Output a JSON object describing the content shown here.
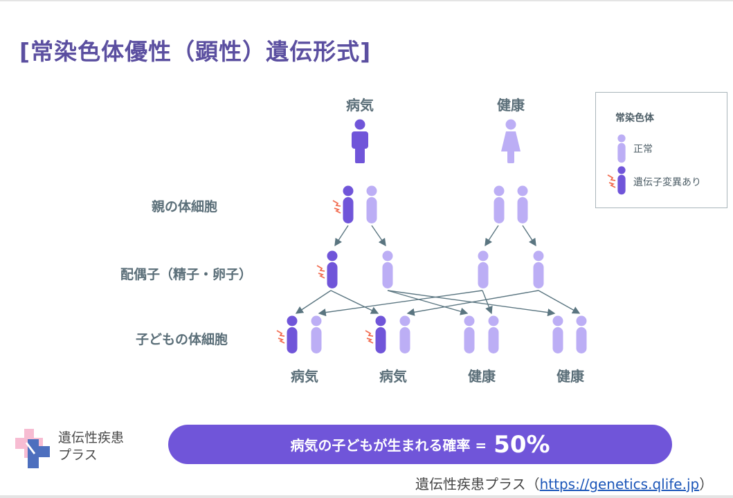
{
  "title": "[常染色体優性（顕性）遺伝形式]",
  "parents": {
    "affected": "病気",
    "healthy": "健康"
  },
  "row_labels": {
    "parent_cells": "親の体細胞",
    "gametes": "配偶子（精子・卵子）",
    "child_cells": "子どもの体細胞"
  },
  "children_status": [
    "病気",
    "病気",
    "健康",
    "健康"
  ],
  "legend": {
    "title": "常染色体",
    "normal": "正常",
    "mutated": "遺伝子変異あり"
  },
  "banner": {
    "text": "病気の子どもが生まれる確率 =",
    "probability": "50%"
  },
  "logo": {
    "line1": "遺伝性疾患",
    "line2": "プラス"
  },
  "credit": {
    "text": "遺伝性疾患プラス（",
    "link": "https://genetics.qlife.jp",
    "close": "）"
  },
  "colors": {
    "affected": "#7055d9",
    "normal": "#bcaef5",
    "arrow": "#5a7580",
    "mutation": "#f26b4f"
  }
}
